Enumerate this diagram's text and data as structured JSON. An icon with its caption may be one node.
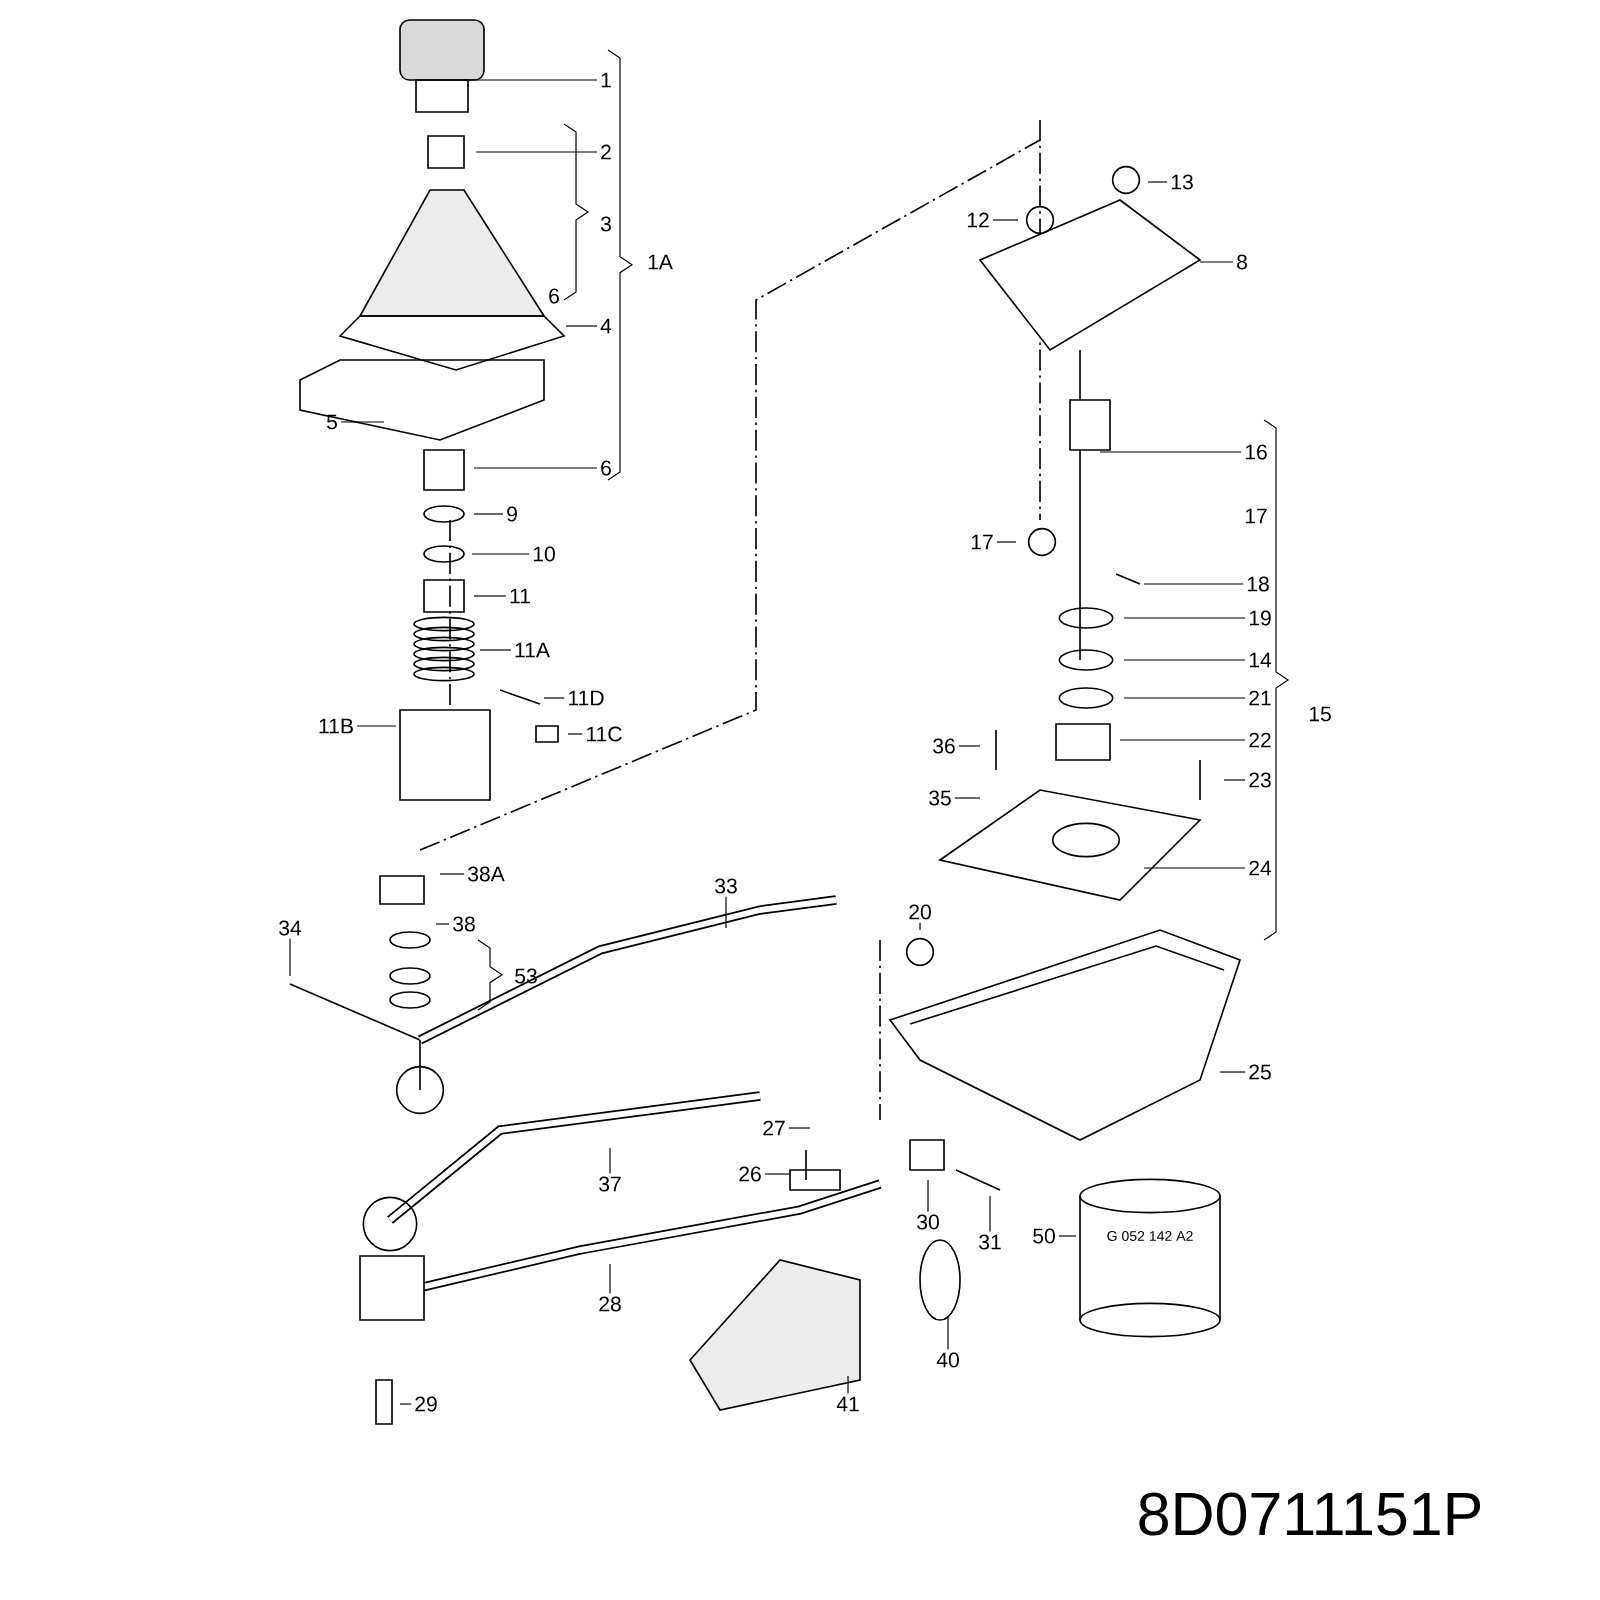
{
  "diagram": {
    "nodes": [
      {
        "text": [
          "1"
        ]
      },
      {
        "text": [
          "2"
        ]
      },
      {
        "text": [
          "4"
        ]
      },
      {
        "text": [
          "5"
        ]
      },
      {
        "text": [
          "6"
        ]
      },
      {
        "text": [
          "9"
        ]
      },
      {
        "text": [
          "10"
        ]
      },
      {
        "text": [
          "11"
        ]
      },
      {
        "text": [
          "11A"
        ]
      },
      {
        "text": [
          "11D"
        ]
      },
      {
        "text": [
          "11C"
        ]
      },
      {
        "text": [
          "11B"
        ]
      },
      {
        "text": [
          "12"
        ]
      },
      {
        "text": [
          "13"
        ]
      },
      {
        "text": [
          "8"
        ]
      },
      {
        "text": [
          "16"
        ]
      },
      {
        "text": [
          "17"
        ]
      },
      {
        "text": [
          "18"
        ]
      },
      {
        "text": [
          "19"
        ]
      },
      {
        "text": [
          "14"
        ]
      },
      {
        "text": [
          "21"
        ]
      },
      {
        "text": [
          "22"
        ]
      },
      {
        "text": [
          "36"
        ]
      },
      {
        "text": [
          "35"
        ]
      },
      {
        "text": [
          "23"
        ]
      },
      {
        "text": [
          "24"
        ]
      },
      {
        "text": [
          "20"
        ]
      },
      {
        "text": [
          "25"
        ]
      },
      {
        "text": [
          "38A"
        ]
      },
      {
        "text": [
          "38"
        ]
      },
      {
        "text": [
          "34"
        ]
      },
      {
        "text": [
          "33"
        ]
      },
      {
        "text": [
          "27"
        ]
      },
      {
        "text": [
          "26"
        ]
      },
      {
        "text": [
          "37"
        ]
      },
      {
        "text": [
          "30"
        ]
      },
      {
        "text": [
          "31"
        ]
      },
      {
        "text": [
          "50"
        ]
      },
      {
        "text": [
          "28"
        ]
      },
      {
        "text": [
          "29"
        ]
      },
      {
        "text": [
          "40"
        ]
      },
      {
        "text": [
          "41"
        ]
      }
    ],
    "edges": [
      {
        "from": 0,
        "to": null,
        "arrow": "none"
      },
      {
        "from": 1,
        "to": null,
        "arrow": "none"
      },
      {
        "from": 2,
        "to": null,
        "arrow": "none"
      },
      {
        "from": 3,
        "to": null,
        "arrow": "none"
      },
      {
        "from": 4,
        "to": null,
        "arrow": "none"
      },
      {
        "from": 5,
        "to": null,
        "arrow": "none"
      },
      {
        "from": 6,
        "to": null,
        "arrow": "none"
      },
      {
        "from": 7,
        "to": null,
        "arrow": "none"
      },
      {
        "from": 8,
        "to": null,
        "arrow": "none"
      },
      {
        "from": 9,
        "to": null,
        "arrow": "none"
      },
      {
        "from": 10,
        "to": null,
        "arrow": "none"
      },
      {
        "from": 11,
        "to": null,
        "arrow": "none"
      },
      {
        "from": 12,
        "to": null,
        "arrow": "none"
      },
      {
        "from": 13,
        "to": null,
        "arrow": "none"
      },
      {
        "from": 14,
        "to": null,
        "arrow": "none"
      },
      {
        "from": 15,
        "to": null,
        "arrow": "none"
      },
      {
        "from": 16,
        "to": null,
        "arrow": "none"
      },
      {
        "from": 17,
        "to": null,
        "arrow": "none"
      },
      {
        "from": 18,
        "to": null,
        "arrow": "none"
      },
      {
        "from": 19,
        "to": null,
        "arrow": "none"
      },
      {
        "from": 20,
        "to": null,
        "arrow": "none"
      },
      {
        "from": 21,
        "to": null,
        "arrow": "none"
      },
      {
        "from": 22,
        "to": null,
        "arrow": "none"
      },
      {
        "from": 23,
        "to": null,
        "arrow": "none"
      },
      {
        "from": 24,
        "to": null,
        "arrow": "none"
      },
      {
        "from": 25,
        "to": null,
        "arrow": "none"
      },
      {
        "from": 26,
        "to": null,
        "arrow": "none"
      },
      {
        "from": 27,
        "to": null,
        "arrow": "none"
      },
      {
        "from": 28,
        "to": null,
        "arrow": "none"
      },
      {
        "from": 29,
        "to": null,
        "arrow": "none"
      },
      {
        "from": 30,
        "to": null,
        "arrow": "none"
      },
      {
        "from": 31,
        "to": null,
        "arrow": "none"
      },
      {
        "from": 32,
        "to": null,
        "arrow": "none"
      },
      {
        "from": 33,
        "to": null,
        "arrow": "none"
      },
      {
        "from": 34,
        "to": null,
        "arrow": "none"
      },
      {
        "from": 35,
        "to": null,
        "arrow": "none"
      },
      {
        "from": 36,
        "to": null,
        "arrow": "none"
      },
      {
        "from": 37,
        "to": null,
        "arrow": "none"
      },
      {
        "from": 38,
        "to": null,
        "arrow": "none"
      },
      {
        "from": 39,
        "to": null,
        "arrow": "none"
      },
      {
        "from": 40,
        "to": null,
        "arrow": "none"
      },
      {
        "from": 41,
        "to": null,
        "arrow": "none"
      }
    ],
    "labels": [
      "3",
      "6",
      "1A",
      "17",
      "15",
      "53",
      "G 052 142 A2",
      "8D0711151P"
    ]
  }
}
